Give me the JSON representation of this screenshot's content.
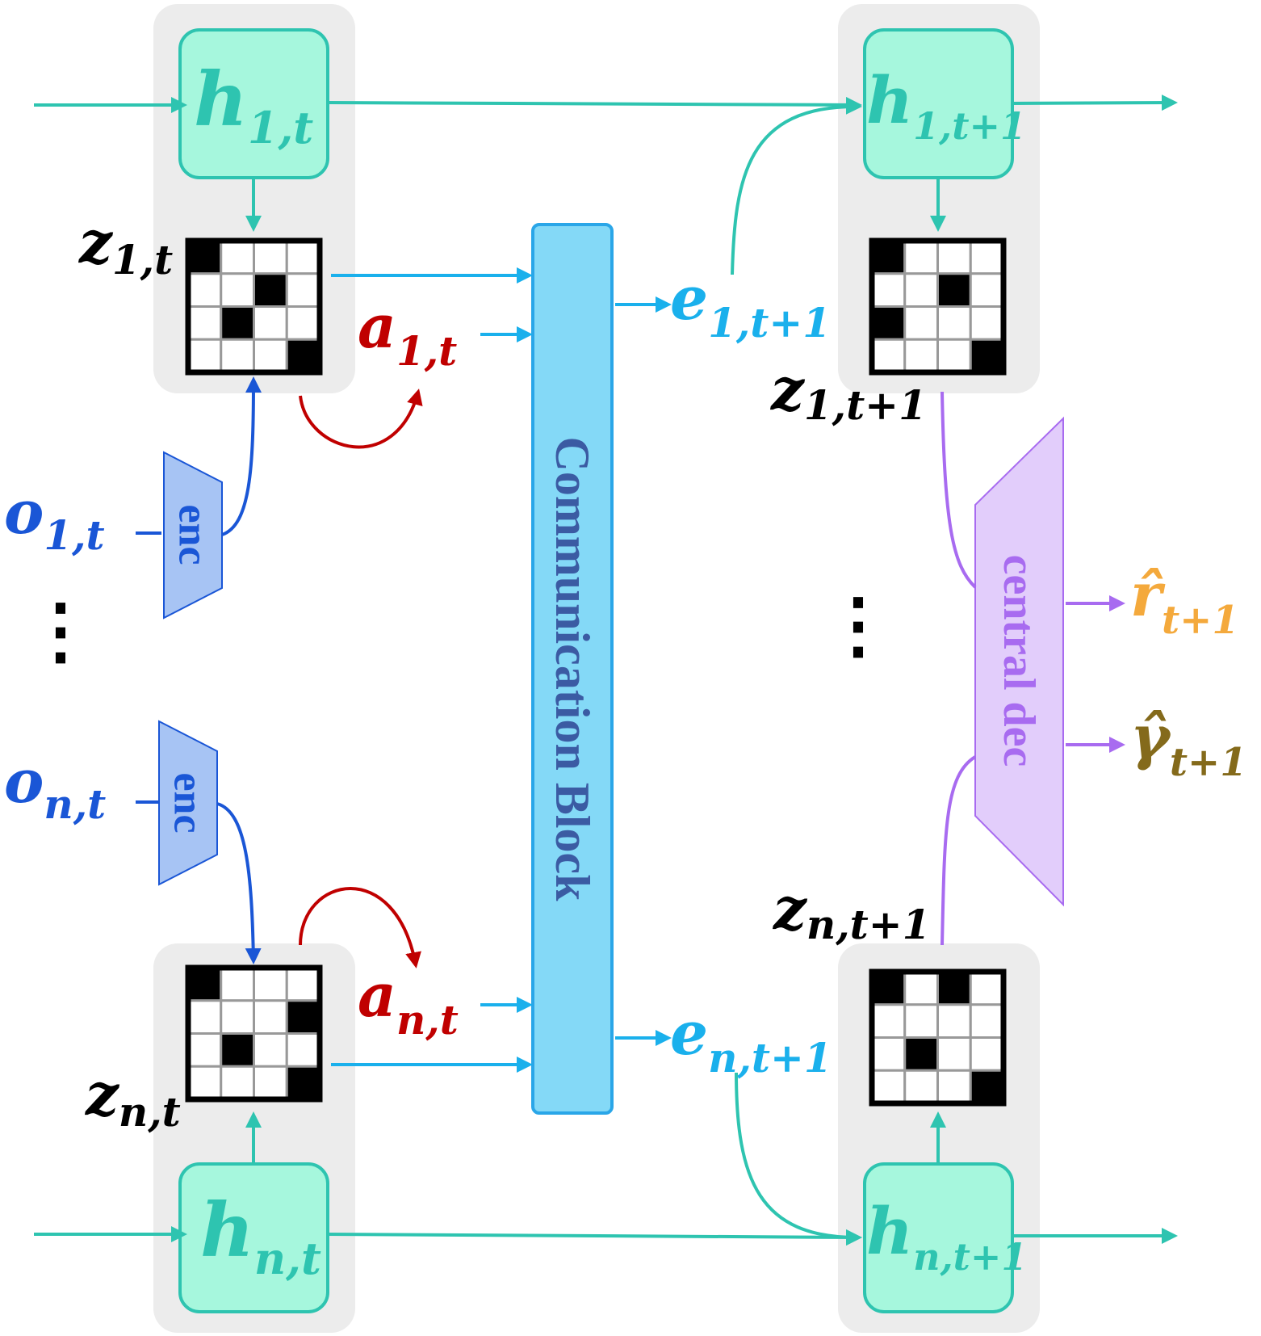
{
  "colors": {
    "teal": "#2ec4b0",
    "teal_fill": "#a6f7dd",
    "gray_panel": "#ececec",
    "blue_enc": "#1a56d6",
    "enc_fill": "#a7c4f4",
    "comm_fill": "#84d9f7",
    "comm_border": "#2aa6e8",
    "comm_text": "#3b5ba3",
    "light_blue": "#1ab0ec",
    "red": "#c00000",
    "purple": "#a86bf0",
    "dec_fill": "#e2cdfb",
    "orange": "#f4a93c",
    "olive": "#846a1b",
    "black": "#000000"
  },
  "labels": {
    "h1t": {
      "base": "h",
      "sub": "1,t"
    },
    "hnt": {
      "base": "h",
      "sub": "n,t"
    },
    "h1t1": {
      "base": "h",
      "sub": "1,t+1"
    },
    "hnt1": {
      "base": "h",
      "sub": "n,t+1"
    },
    "z1t": {
      "base": "z",
      "sub": "1,t"
    },
    "znt": {
      "base": "z",
      "sub": "n,t"
    },
    "z1t1": {
      "base": "z",
      "sub": "1,t+1"
    },
    "znt1": {
      "base": "z",
      "sub": "n,t+1"
    },
    "a1t": {
      "base": "a",
      "sub": "1,t"
    },
    "ant": {
      "base": "a",
      "sub": "n,t"
    },
    "e1t1": {
      "base": "e",
      "sub": "1,t+1"
    },
    "ent1": {
      "base": "e",
      "sub": "n,t+1"
    },
    "o1t": {
      "base": "o",
      "sub": "1,t"
    },
    "ont": {
      "base": "o",
      "sub": "n,t"
    },
    "r_hat": {
      "base": "r̂",
      "sub": "t+1"
    },
    "gamma_hat": {
      "base": "γ̂",
      "sub": "t+1"
    }
  },
  "blocks": {
    "enc_top": "enc",
    "enc_bottom": "enc",
    "communication": "Communication Block",
    "central_dec": "central dec"
  },
  "ellipsis": {
    "left": "⋮",
    "right": "⋮"
  },
  "grids": {
    "z1t": [
      [
        1,
        0,
        0,
        0
      ],
      [
        0,
        0,
        1,
        0
      ],
      [
        0,
        1,
        0,
        0
      ],
      [
        0,
        0,
        0,
        1
      ]
    ],
    "znt": [
      [
        1,
        0,
        0,
        0
      ],
      [
        0,
        0,
        0,
        1
      ],
      [
        0,
        1,
        0,
        0
      ],
      [
        0,
        0,
        0,
        1
      ]
    ],
    "z1t1": [
      [
        1,
        0,
        0,
        0
      ],
      [
        0,
        0,
        1,
        0
      ],
      [
        1,
        0,
        0,
        0
      ],
      [
        0,
        0,
        0,
        1
      ]
    ],
    "znt1": [
      [
        1,
        0,
        1,
        0
      ],
      [
        0,
        0,
        0,
        0
      ],
      [
        0,
        1,
        0,
        0
      ],
      [
        0,
        0,
        0,
        1
      ]
    ]
  }
}
